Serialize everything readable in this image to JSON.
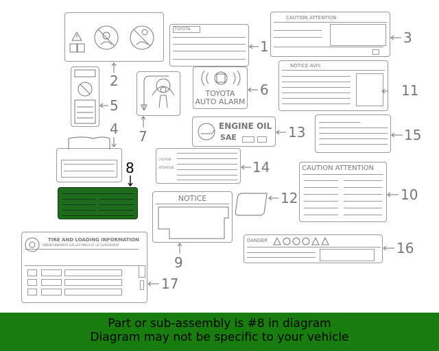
{
  "callouts": [
    "1",
    "2",
    "3",
    "4",
    "5",
    "6",
    "7",
    "8",
    "9",
    "10",
    "11",
    "12",
    "13",
    "14",
    "15",
    "16",
    "17"
  ],
  "label_text": {
    "toyota_small": "TOYOTA",
    "caution_attention": "CAUTION  ATTENTION",
    "notice_avis": "NOTICE AVIS",
    "toyota": "TOYOTA",
    "auto_alarm": "AUTO ALARM",
    "engine_oil": "ENGINE OIL",
    "sae": "SAE",
    "caution_small": "CAUTION",
    "attention_small": "ATTENTION",
    "notice": "NOTICE",
    "caution_attention_large": "CAUTION ATTENTION",
    "danger": "DANGER",
    "tire_info": "TIRE AND LOADING INFORMATION",
    "tire_info_fr": "RENSEIGNEMENTS SUR LES PNEUS ET LE CHARGEMENT"
  },
  "highlighted_part": "8",
  "colors": {
    "highlight": "#1e6b1e",
    "banner": "#197c0f",
    "line": "#888888"
  },
  "banner": {
    "line1": "Part or sub-assembly is #8 in diagram",
    "line2": "Diagram may not be specific to your vehicle"
  }
}
